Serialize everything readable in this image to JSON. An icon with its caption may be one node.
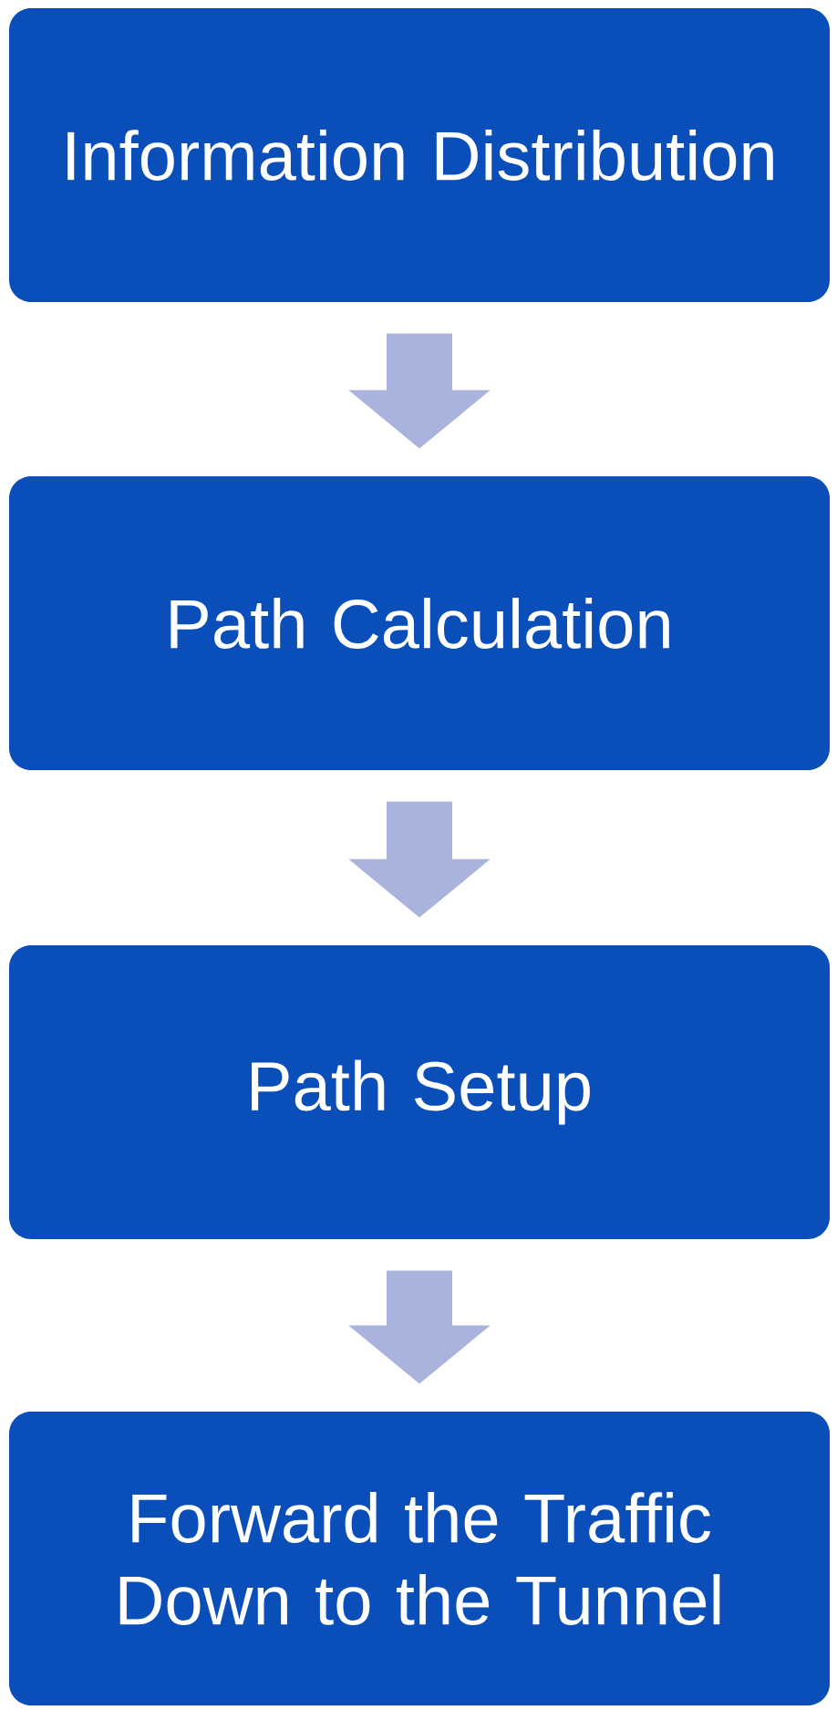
{
  "diagram": {
    "nodes": [
      {
        "text": [
          "Information Distribution"
        ]
      },
      {
        "text": [
          "Path Calculation"
        ]
      },
      {
        "text": [
          "Path Setup"
        ]
      },
      {
        "text": [
          "Forward the Traffic Down to the Tunnel"
        ]
      }
    ],
    "edges": [
      {
        "from": 0,
        "to": 1,
        "arrow": "to"
      },
      {
        "from": 1,
        "to": 2,
        "arrow": "to"
      },
      {
        "from": 2,
        "to": 3,
        "arrow": "to"
      }
    ]
  }
}
